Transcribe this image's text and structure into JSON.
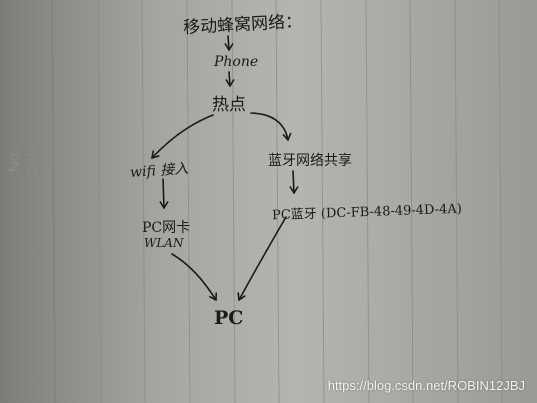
{
  "printed_labels": {
    "no": "No.",
    "date": "Date"
  },
  "nodes": {
    "title": "移动蜂窝网络：",
    "phone": "Phone",
    "hotspot": "热点",
    "wifi": "wifi 接入",
    "bt_share": "蓝牙网络共享",
    "pc_nic": "PC网卡",
    "wlan": "WLAN",
    "pc_bt": "PC蓝牙 (DC-FB-48-49-4D-4A)",
    "pc": "PC"
  },
  "edges": [
    {
      "from": "title",
      "to": "phone"
    },
    {
      "from": "phone",
      "to": "hotspot"
    },
    {
      "from": "hotspot",
      "to": "wifi"
    },
    {
      "from": "hotspot",
      "to": "bt_share"
    },
    {
      "from": "wifi",
      "to": "pc_nic"
    },
    {
      "from": "bt_share",
      "to": "pc_bt"
    },
    {
      "from": "pc_nic",
      "to": "pc"
    },
    {
      "from": "pc_bt",
      "to": "pc"
    }
  ],
  "watermark": "https://blog.csdn.net/ROBIN12JBJ",
  "colors": {
    "ink": "#1a1a1a",
    "paper": "#b5b4b0",
    "rule_line": "#8a8985",
    "margin_line": "#7e7d79"
  }
}
